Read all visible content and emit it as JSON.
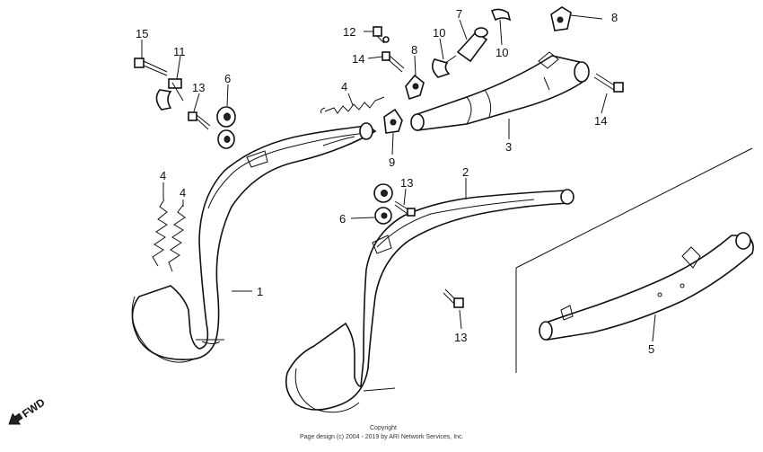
{
  "diagram": {
    "callouts": {
      "c1": "1",
      "c2": "2",
      "c3": "3",
      "c4a": "4",
      "c4b": "4",
      "c4c": "4",
      "c5": "5",
      "c6a": "6",
      "c6b": "6",
      "c7": "7",
      "c8a": "8",
      "c8b": "8",
      "c9": "9",
      "c10a": "10",
      "c10b": "10",
      "c11": "11",
      "c12": "12",
      "c13a": "13",
      "c13b": "13",
      "c13c": "13",
      "c14a": "14",
      "c14b": "14",
      "c15": "15"
    },
    "fwd_label": "FWD",
    "copyright_line1": "Copyright",
    "copyright_line2": "Page design (c) 2004 - 2019 by ARI Network Services, Inc."
  }
}
